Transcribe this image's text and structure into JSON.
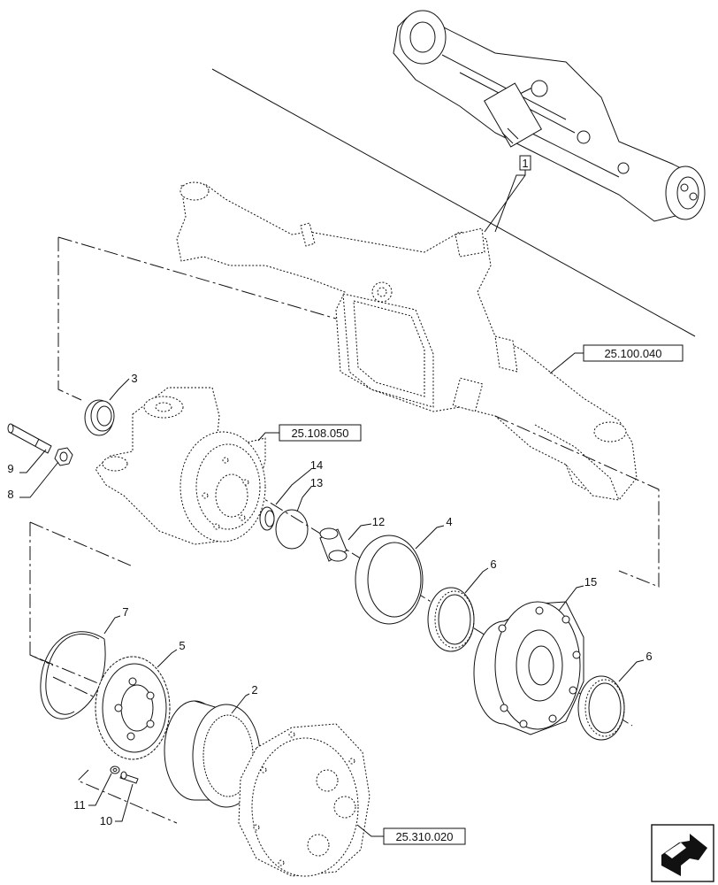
{
  "callouts": {
    "c1": "1",
    "c2": "2",
    "c3": "3",
    "c4": "4",
    "c5": "5",
    "c6a": "6",
    "c6b": "6",
    "c7": "7",
    "c8": "8",
    "c9": "9",
    "c10": "10",
    "c11": "11",
    "c12": "12",
    "c13": "13",
    "c14": "14",
    "c15": "15"
  },
  "references": {
    "axle_housing": "25.100.040",
    "steering_knuckle": "25.108.050",
    "planetary_carrier": "25.310.020"
  },
  "nav_icon": "next-page-arrow-icon"
}
